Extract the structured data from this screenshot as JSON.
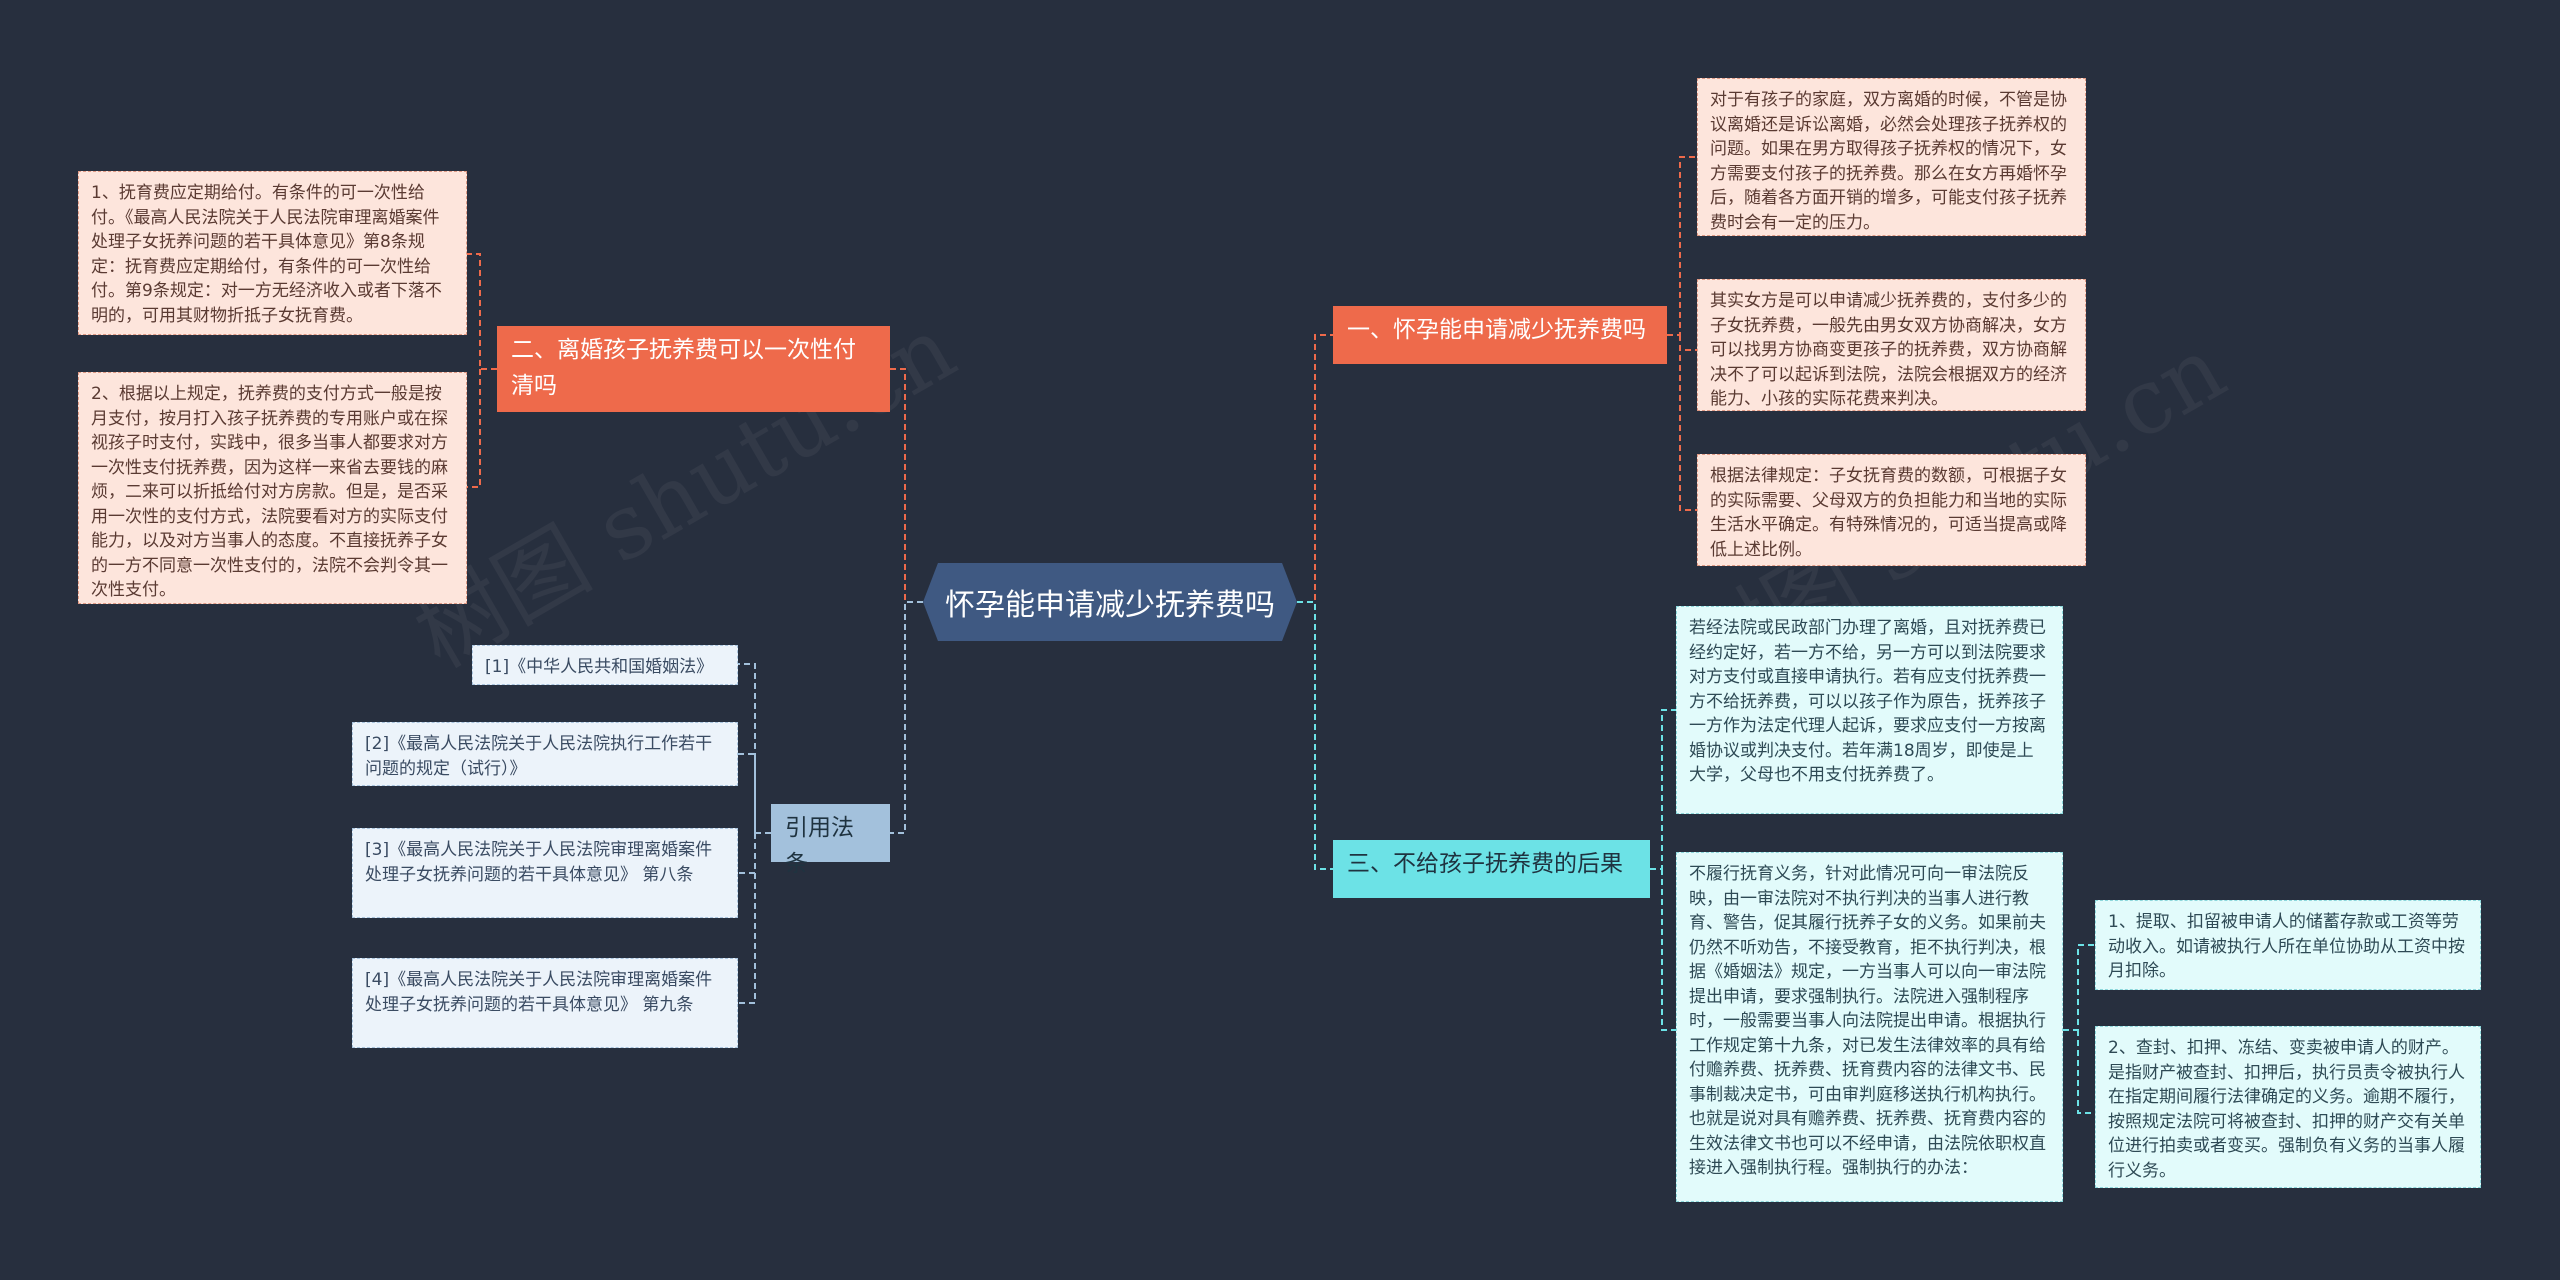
{
  "central": "怀孕能申请减少抚养费吗",
  "branches": {
    "b1": {
      "label": "一、怀孕能申请减少抚养费吗",
      "leaves": [
        "对于有孩子的家庭，双方离婚的时候，不管是协议离婚还是诉讼离婚，必然会处理孩子抚养权的问题。如果在男方取得孩子抚养权的情况下，女方需要支付孩子的抚养费。那么在女方再婚怀孕后，随着各方面开销的增多，可能支付孩子抚养费时会有一定的压力。",
        "其实女方是可以申请减少抚养费的，支付多少的子女抚养费，一般先由男女双方协商解决，女方可以找男方协商变更孩子的抚养费，双方协商解决不了可以起诉到法院，法院会根据双方的经济能力、小孩的实际花费来判决。",
        "根据法律规定：子女抚育费的数额，可根据子女的实际需要、父母双方的负担能力和当地的实际生活水平确定。有特殊情况的，可适当提高或降低上述比例。"
      ]
    },
    "b2": {
      "label": "二、离婚孩子抚养费可以一次性付清吗",
      "leaves": [
        "1、抚育费应定期给付。有条件的可一次性给付。《最高人民法院关于人民法院审理离婚案件处理子女抚养问题的若干具体意见》第8条规定：抚育费应定期给付，有条件的可一次性给付。第9条规定：对一方无经济收入或者下落不明的，可用其财物折抵子女抚育费。",
        "2、根据以上规定，抚养费的支付方式一般是按月支付，按月打入孩子抚养费的专用账户或在探视孩子时支付，实践中，很多当事人都要求对方一次性支付抚养费，因为这样一来省去要钱的麻烦，二来可以折抵给付对方房款。但是，是否采用一次性的支付方式，法院要看对方的实际支付能力，以及对方当事人的态度。不直接抚养子女的一方不同意一次性支付的，法院不会判令其一次性支付。"
      ]
    },
    "b3": {
      "label": "三、不给孩子抚养费的后果",
      "leaves": [
        "若经法院或民政部门办理了离婚，且对抚养费已经约定好，若一方不给，另一方可以到法院要求对方支付或直接申请执行。若有应支付抚养费一方不给抚养费，可以以孩子作为原告，抚养孩子一方作为法定代理人起诉，要求应支付一方按离婚协议或判决支付。若年满18周岁，即使是上大学，父母也不用支付抚养费了。",
        "不履行抚育义务，针对此情况可向一审法院反映，由一审法院对不执行判决的当事人进行教育、警告，促其履行抚养子女的义务。如果前夫仍然不听劝告，不接受教育，拒不执行判决，根据《婚姻法》规定，一方当事人可以向一审法院提出申请，要求强制执行。法院进入强制程序时，一般需要当事人向法院提出申请。根据执行工作规定第十九条，对已发生法律效率的具有给付赡养费、抚养费、抚育费内容的法律文书、民事制裁决定书，可由审判庭移送执行机构执行。也就是说对具有赡养费、抚养费、抚育费内容的生效法律文书也可以不经申请，由法院依职权直接进入强制执行程。强制执行的办法："
      ],
      "subleaves": [
        "1、提取、扣留被申请人的储蓄存款或工资等劳动收入。如请被执行人所在单位协助从工资中按月扣除。",
        "2、查封、扣押、冻结、变卖被申请人的财产。是指财产被查封、扣押后，执行员责令被执行人在指定期间履行法律确定的义务。逾期不履行，按照规定法院可将被查封、扣押的财产交有关单位进行拍卖或者变买。强制负有义务的当事人履行义务。"
      ]
    },
    "b4": {
      "label": "引用法条",
      "leaves": [
        "[1]《中华人民共和国婚姻法》",
        "[2]《最高人民法院关于人民法院执行工作若干问题的规定（试行）》",
        "[3]《最高人民法院关于人民法院审理离婚案件处理子女抚养问题的若干具体意见》 第八条",
        "[4]《最高人民法院关于人民法院审理离婚案件处理子女抚养问题的若干具体意见》 第九条"
      ]
    }
  },
  "colors": {
    "background": "#272f3e",
    "central": "#3f5982",
    "red_branch": "#ee6a4b",
    "cyan_branch": "#6ce2e6",
    "blue_branch": "#a3c1dc",
    "red_leaf": "#fde5dc",
    "cyan_leaf": "#e2fbfb",
    "blue_leaf": "#ecf3fa"
  }
}
